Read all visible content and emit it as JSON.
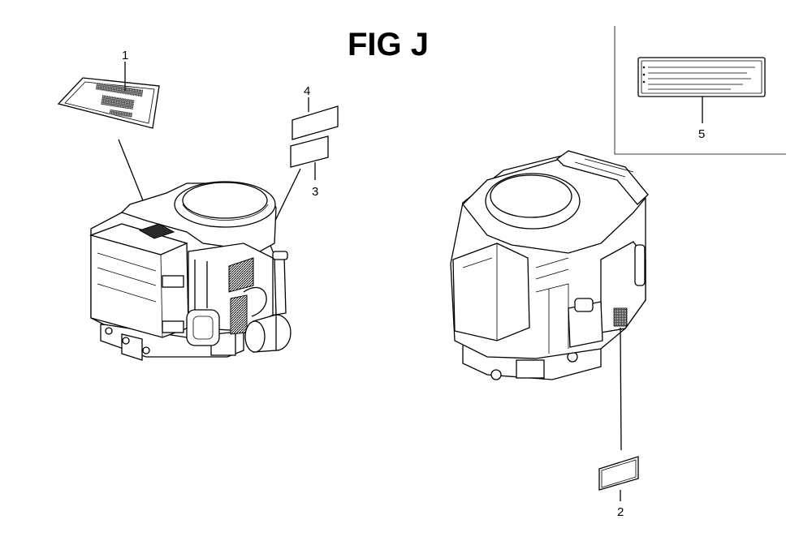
{
  "figure": {
    "title": "FIG J"
  },
  "callouts": [
    {
      "id": "1",
      "label": "1"
    },
    {
      "id": "2",
      "label": "2"
    },
    {
      "id": "3",
      "label": "3"
    },
    {
      "id": "4",
      "label": "4"
    },
    {
      "id": "5",
      "label": "5"
    }
  ]
}
